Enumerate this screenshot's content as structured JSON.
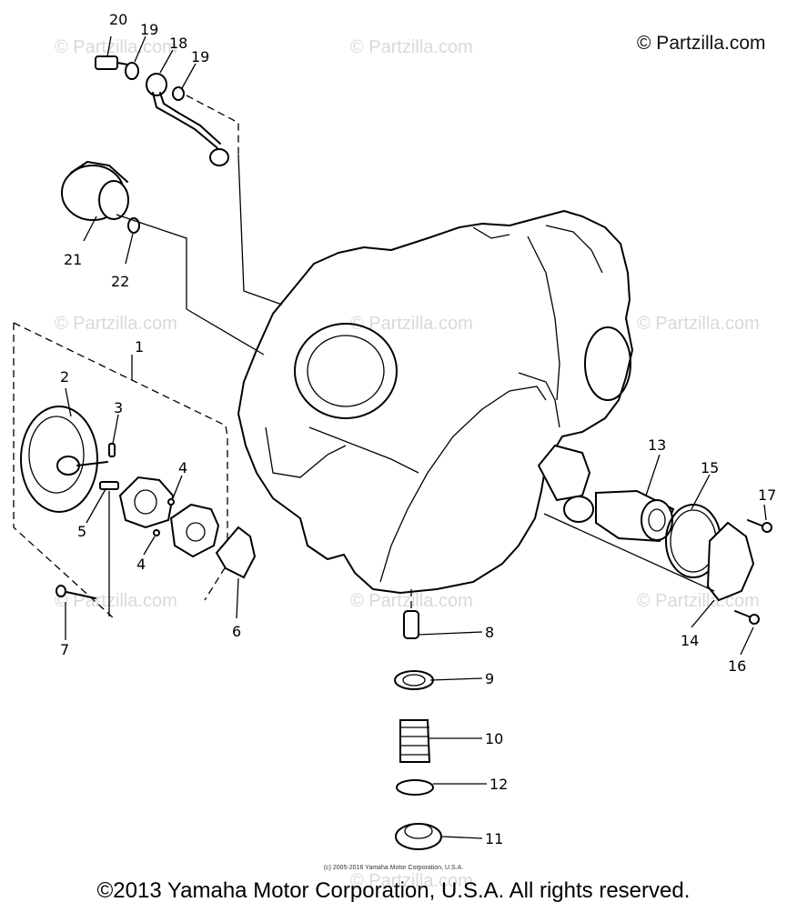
{
  "watermarks": {
    "text": "© Partzilla.com",
    "corner": "© Partzilla.com"
  },
  "callouts": [
    {
      "id": "1",
      "label": "1"
    },
    {
      "id": "2",
      "label": "2"
    },
    {
      "id": "3",
      "label": "3"
    },
    {
      "id": "4a",
      "label": "4"
    },
    {
      "id": "4b",
      "label": "4"
    },
    {
      "id": "5",
      "label": "5"
    },
    {
      "id": "6",
      "label": "6"
    },
    {
      "id": "7",
      "label": "7"
    },
    {
      "id": "8",
      "label": "8"
    },
    {
      "id": "9",
      "label": "9"
    },
    {
      "id": "10",
      "label": "10"
    },
    {
      "id": "11",
      "label": "11"
    },
    {
      "id": "12",
      "label": "12"
    },
    {
      "id": "13",
      "label": "13"
    },
    {
      "id": "14",
      "label": "14"
    },
    {
      "id": "15",
      "label": "15"
    },
    {
      "id": "16",
      "label": "16"
    },
    {
      "id": "17",
      "label": "17"
    },
    {
      "id": "18",
      "label": "18"
    },
    {
      "id": "19a",
      "label": "19"
    },
    {
      "id": "19b",
      "label": "19"
    },
    {
      "id": "20",
      "label": "20"
    },
    {
      "id": "21",
      "label": "21"
    },
    {
      "id": "22",
      "label": "22"
    }
  ],
  "small_copyright": "(c) 2005-2016 Yamaha Motor Corporation, U.S.A.",
  "footer": "©2013 Yamaha Motor Corporation, U.S.A. All rights reserved."
}
